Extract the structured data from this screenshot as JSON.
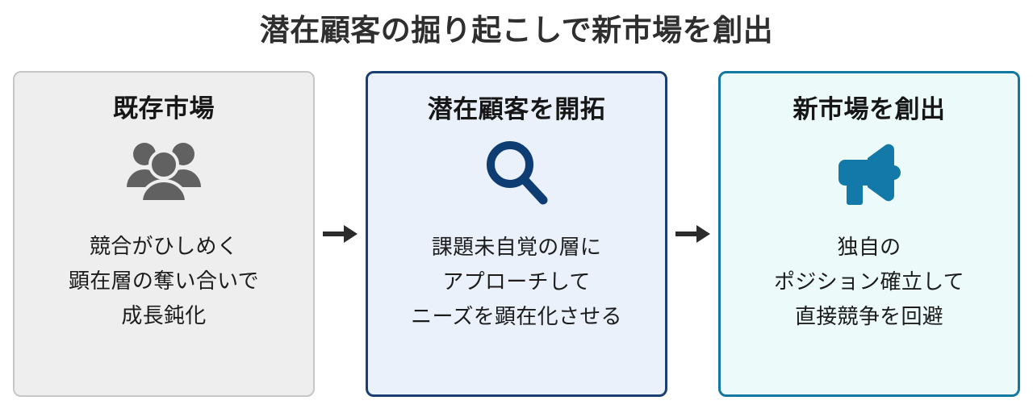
{
  "header": {
    "title": "潜在顧客の掘り起こしで新市場を創出"
  },
  "colors": {
    "background": "#ffffff",
    "title_text": "#2f2f2f",
    "card1_fill": "#efeeee",
    "card1_border": "#c6c6c6",
    "card1_icon": "#616161",
    "card2_fill": "#eaf1fb",
    "card2_border": "#1b3f72",
    "card2_icon": "#0d3d73",
    "card3_fill": "#ecfafa",
    "card3_border": "#12789f",
    "card3_icon": "#1279a8",
    "arrow": "#2b2b2b",
    "body_text": "#1c1c1c",
    "card_title_text": "#171717"
  },
  "flow": {
    "steps": [
      {
        "title": "既存市場",
        "icon": "people-group-icon",
        "body": "競合がひしめく\n顕在層の奪い合いで\n成長鈍化"
      },
      {
        "title": "潜在顧客を開拓",
        "icon": "magnifier-icon",
        "body": "課題未自覚の層に\nアプローチして\nニーズを顕在化させる"
      },
      {
        "title": "新市場を創出",
        "icon": "megaphone-icon",
        "body": "独自の\nポジション確立して\n直接競争を回避"
      }
    ],
    "connectors": [
      {
        "icon": "arrow-right-icon"
      },
      {
        "icon": "arrow-right-icon"
      }
    ]
  }
}
